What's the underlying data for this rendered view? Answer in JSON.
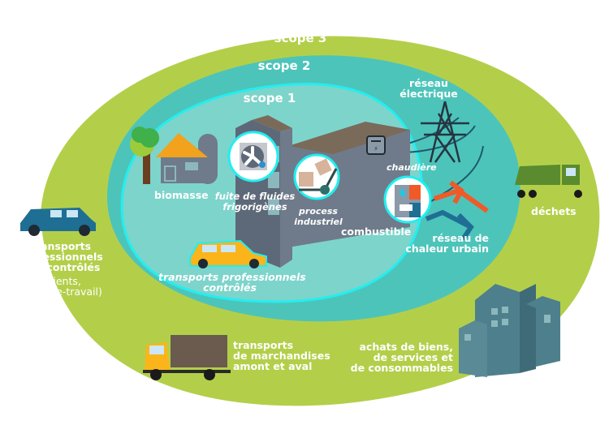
{
  "title": "Périmètres des émissions de gaz à effet de serre",
  "colors": {
    "scope3": "#b3cf4a",
    "scope2": "#4dc4ba",
    "scope1": "#7dd4cb",
    "scope1_border": "#22eef0",
    "text": "#ffffff"
  },
  "scopes": {
    "scope3": "scope 3",
    "scope2": "scope 2",
    "scope1": "scope 1"
  },
  "scope1_items": {
    "biomasse": "biomasse",
    "fuite": [
      "fuite de fluides",
      "frigorigènes"
    ],
    "process": [
      "process",
      "industriel"
    ],
    "combustible": "combustible",
    "chaudiere": "chaudière",
    "transports_controles": [
      "transports professionnels",
      "contrôlés"
    ]
  },
  "scope2_items": {
    "reseau_electrique": [
      "réseau",
      "électrique"
    ],
    "reseau_chaleur": [
      "réseau de",
      "chaleur urbain"
    ]
  },
  "scope3_items": {
    "transports_non_controles": [
      "transports",
      "professionnels",
      "non contrôlés"
    ],
    "transports_non_controles_note": [
      "(clients,",
      "domicile-travail)"
    ],
    "dechets": "déchets",
    "transports_marchandises": [
      "transports",
      "de marchandises",
      "amont et aval"
    ],
    "achats": [
      "achats de biens,",
      "de services et",
      "de consommables"
    ]
  }
}
